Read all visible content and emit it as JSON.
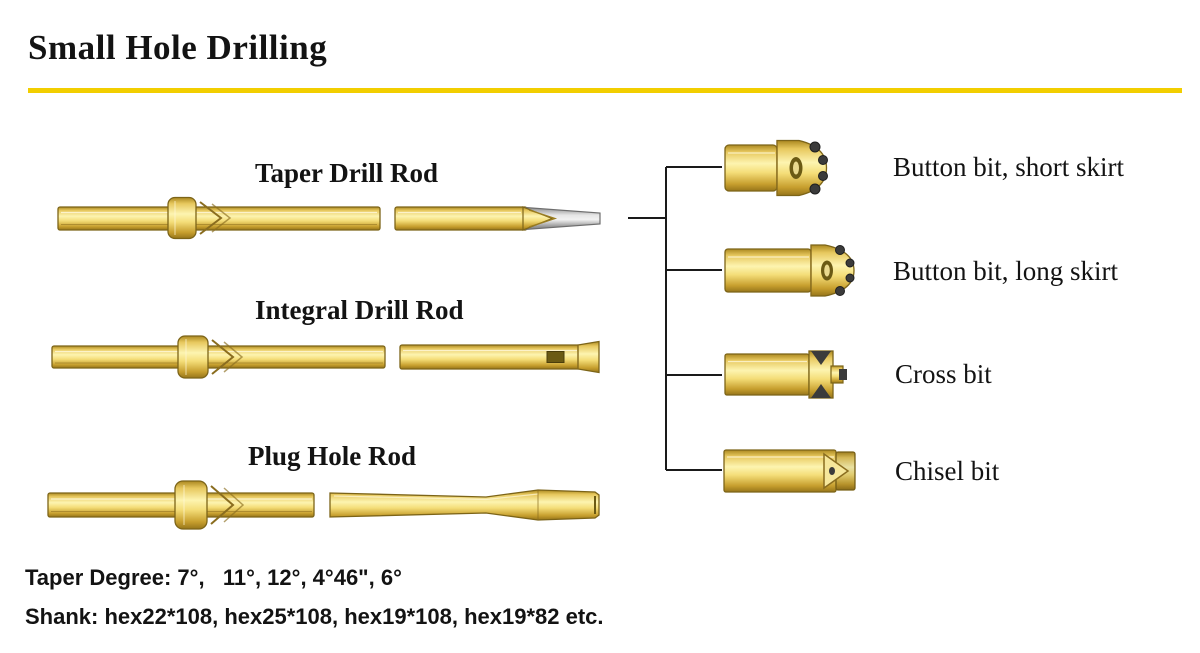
{
  "title": "Small Hole Drilling",
  "rods": [
    {
      "label": "Taper Drill Rod"
    },
    {
      "label": "Integral Drill Rod"
    },
    {
      "label": "Plug Hole Rod"
    }
  ],
  "bits": [
    {
      "label": "Button bit, short skirt"
    },
    {
      "label": "Button bit, long skirt"
    },
    {
      "label": "Cross bit"
    },
    {
      "label": "Chisel bit"
    }
  ],
  "specs": {
    "taper_degree": "Taper Degree: 7°,   11°, 12°, 4°46\", 6°",
    "shank": "Shank: hex22*108, hex25*108, hex19*108, hex19*82 etc."
  },
  "colors": {
    "title_underline": "#F2CE00",
    "rod_yellow": "#F2D455",
    "rod_outline": "#7C6418",
    "taper_tip_gray": "#C7C7C7",
    "bit_insert_dark": "#3B3B3B",
    "text": "#111111"
  }
}
